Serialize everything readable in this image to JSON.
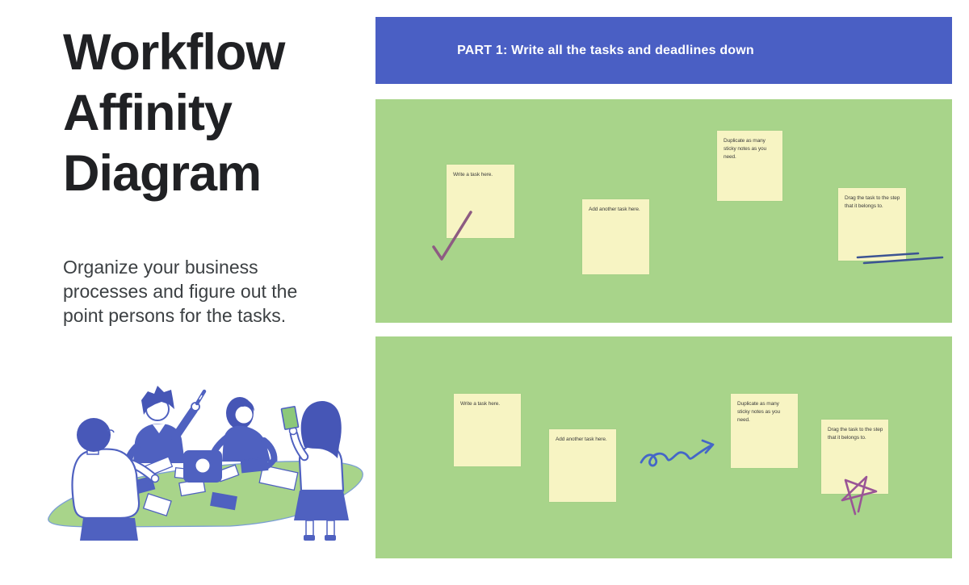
{
  "title": {
    "lines": [
      "Workflow",
      "Affinity",
      "Diagram"
    ]
  },
  "subtitle": {
    "lines": [
      "Organize your business",
      "processes and figure out the",
      "point persons for the tasks."
    ]
  },
  "part1_header": {
    "label": "PART 1: Write all the tasks and deadlines down"
  },
  "boards": {
    "board_a": {
      "notes": [
        {
          "text": "Write a task here."
        },
        {
          "text": "Add another task here."
        },
        {
          "text": "Duplicate as many sticky notes as you need."
        },
        {
          "text": "Drag the task to the step that it belongs to."
        }
      ],
      "annotations": [
        "checkmark-scribble",
        "double-underline-scribble"
      ]
    },
    "board_b": {
      "notes": [
        {
          "text": "Write a task here."
        },
        {
          "text": "Add another task here."
        },
        {
          "text": "Duplicate as many sticky notes as you need."
        },
        {
          "text": "Drag the task to the step that it belongs to."
        }
      ],
      "annotations": [
        "squiggle-arrow-scribble",
        "star-scribble"
      ]
    }
  },
  "illustration": {
    "name": "team-collaboration-illustration"
  },
  "colors": {
    "header_blue": "#4a5fc4",
    "board_green": "#a8d48a",
    "sticky_yellow": "#f7f4c3",
    "title_ink": "#202124",
    "body_ink": "#3c4043",
    "note_ink": "#3d3d3d",
    "scribble_purple": "#8d5b82",
    "scribble_navy": "#3c5493",
    "scribble_blue": "#4466c8",
    "star_purple": "#9a5596",
    "illustration_indigo": "#4f61c0",
    "illustration_green": "#8cc87a"
  }
}
